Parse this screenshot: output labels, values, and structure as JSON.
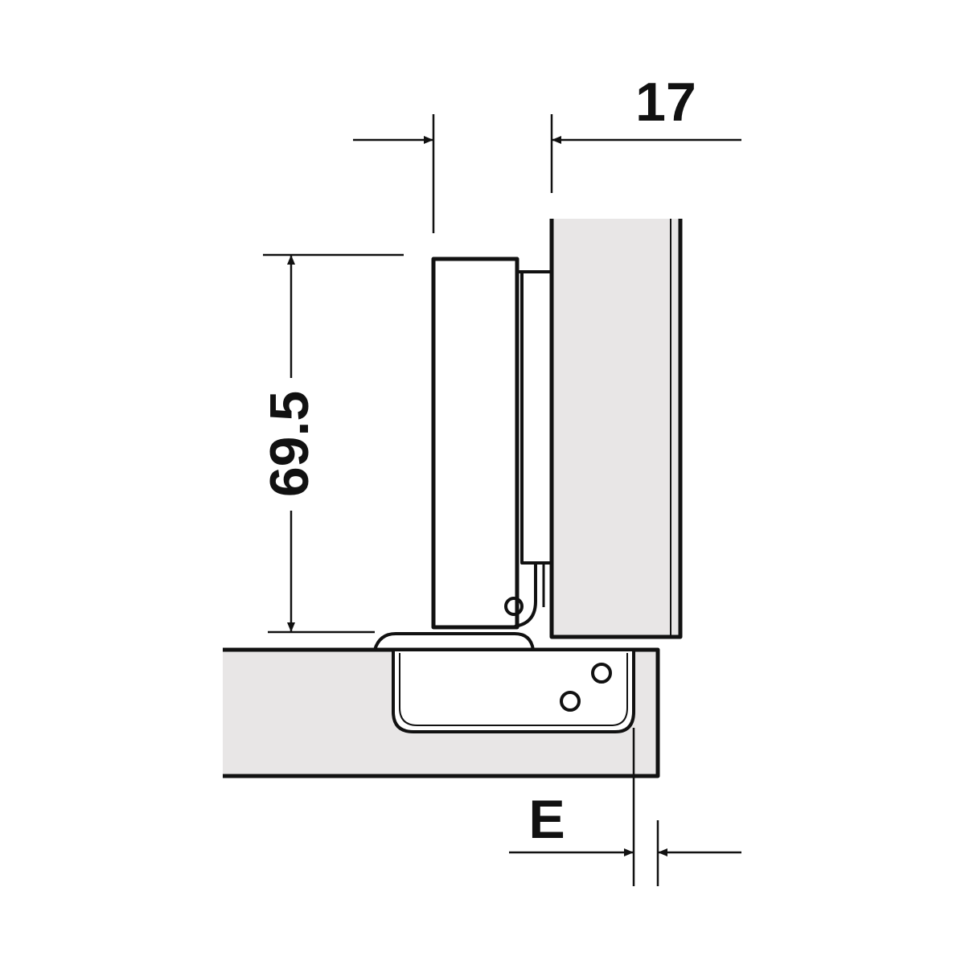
{
  "dimensions": {
    "width_label": "17",
    "height_label": "69.5",
    "offset_label": "E"
  },
  "colors": {
    "line": "#111111",
    "panel_fill": "#e8e6e6",
    "background": "#ffffff"
  }
}
